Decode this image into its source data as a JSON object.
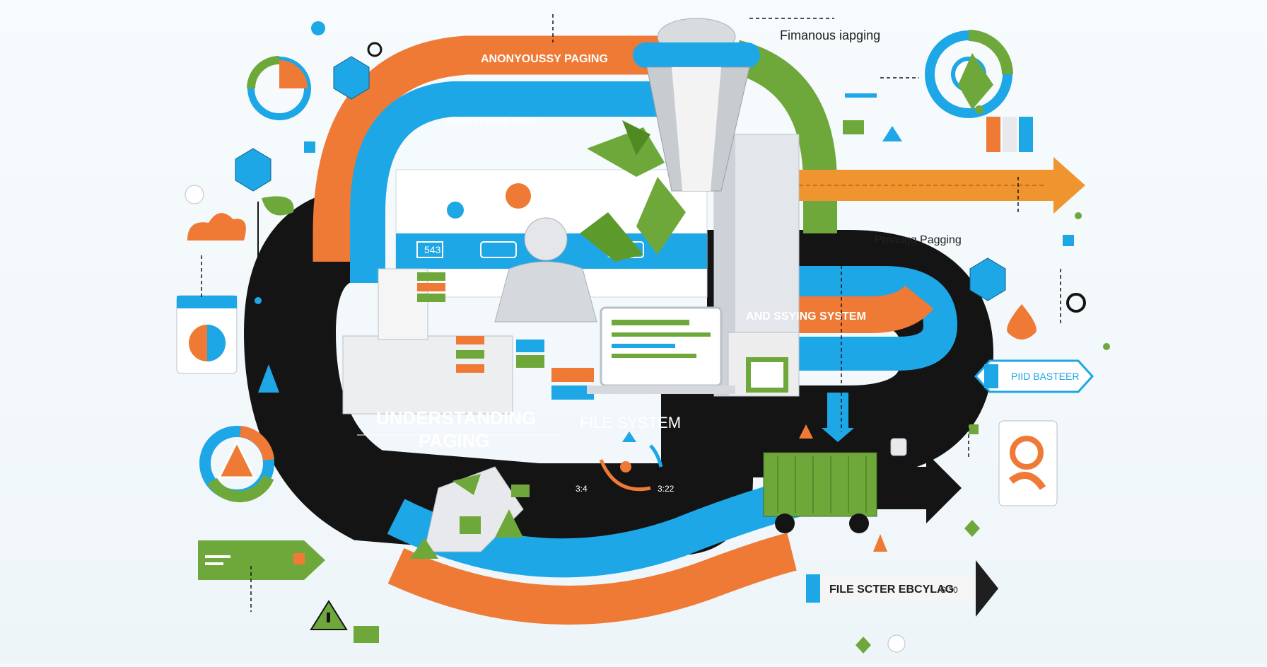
{
  "labels": {
    "top_left_band": "ANONYOUSSY PAGING",
    "blue_band": "ANOHYYSUSS PAGG",
    "top_right_heading": "Fimanous iapging",
    "right_heading": "Pmaugg Pagging",
    "orange_pipe": "AND SSYING SYSTEM",
    "right_tag": "PIID BASTEER",
    "title_line1": "UNDERSTANDING",
    "title_line2": "PAGING",
    "file_system": "FILE SYSTEM",
    "bottom_arrow": "FILE SCTER EBCYLAG",
    "bottom_arrow_num": "S 30",
    "panel_code": "543",
    "cycle_left": "3:4",
    "cycle_right": "3:22"
  },
  "colors": {
    "orange": "#ef7a35",
    "blue": "#1ea7e6",
    "green": "#6fa83a",
    "dark": "#141414",
    "light_gray": "#e7e9ec",
    "background": "#f3f8fb"
  },
  "icons": [
    "recycle-icon",
    "person-icon",
    "laptop-icon",
    "cargo-cart-icon",
    "leaf-icon",
    "cloud-icon",
    "hexagon-icon",
    "warning-icon",
    "droplet-icon",
    "gear-icon",
    "pie-chart-icon",
    "apple-icon"
  ]
}
